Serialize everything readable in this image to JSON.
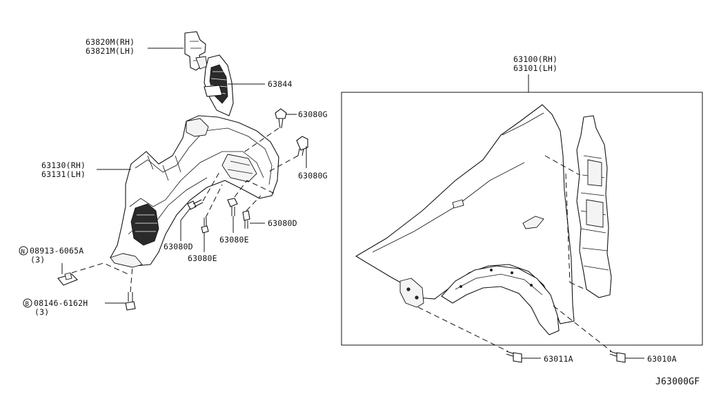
{
  "diagram_id": "J63000GF",
  "labels": {
    "p63820": "63820M(RH)",
    "p63821": "63821M(LH)",
    "p63844": "63844",
    "p63080g_a": "63080G",
    "p63080g_b": "63080G",
    "p63130": "63130(RH)",
    "p63131": "63131(LH)",
    "p63080d_a": "63080D",
    "p63080d_b": "63080D",
    "p63080e_a": "63080E",
    "p63080e_b": "63080E",
    "n_part": "08913-6065A",
    "n_qty": "(3)",
    "n_marker": "N",
    "b_part": "08146-6162H",
    "b_qty": "(3)",
    "b_marker": "B",
    "p63100": "63100(RH)",
    "p63101": "63101(LH)",
    "p63011": "63011A",
    "p63010": "63010A"
  }
}
